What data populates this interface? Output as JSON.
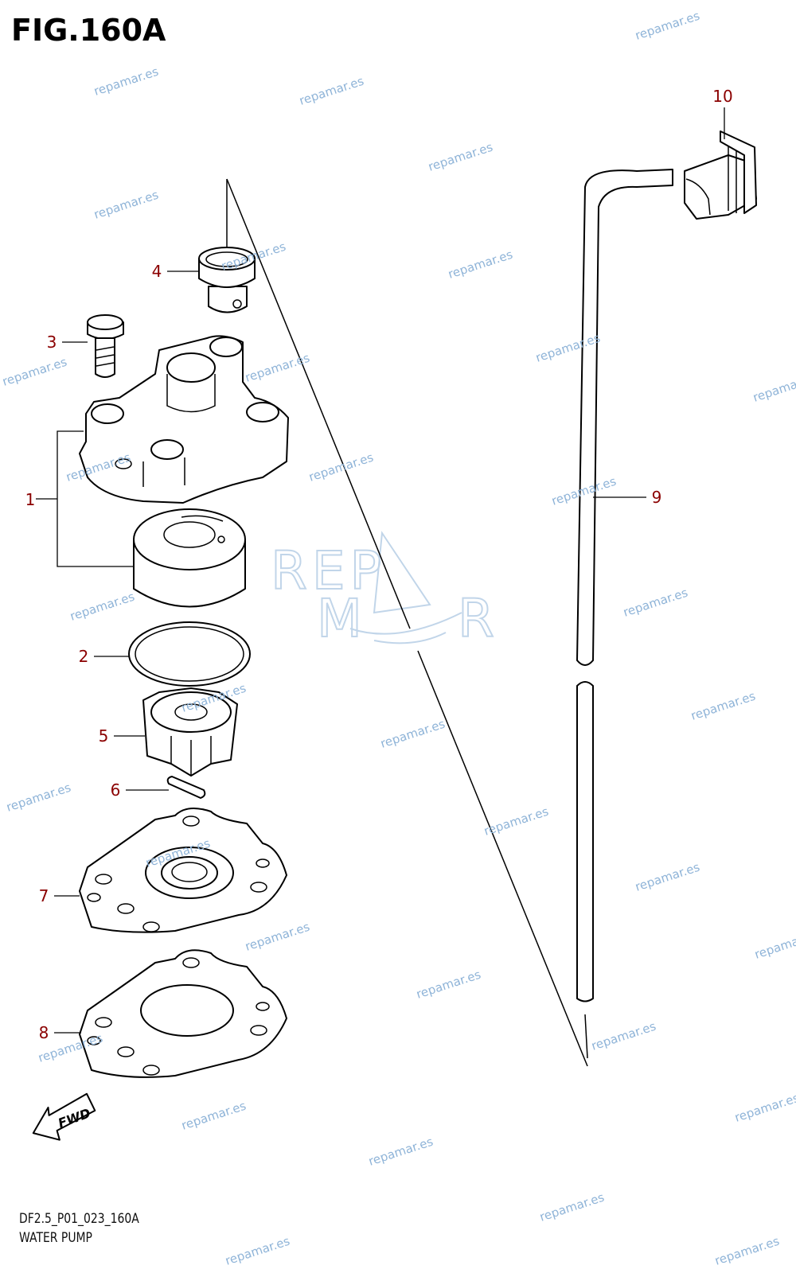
{
  "figure": {
    "title": "FIG.160A",
    "code": "DF2.5_P01_023_160A",
    "caption": "WATER PUMP"
  },
  "callouts": [
    "1",
    "2",
    "3",
    "4",
    "5",
    "6",
    "7",
    "8",
    "9",
    "10"
  ],
  "watermark": {
    "text": "repamar.es",
    "logo_text": "REPAMAR"
  },
  "fwd_label": "FWD",
  "colors": {
    "callout": "#8b0000",
    "watermark": "#8fb4d8",
    "line": "#000000"
  }
}
